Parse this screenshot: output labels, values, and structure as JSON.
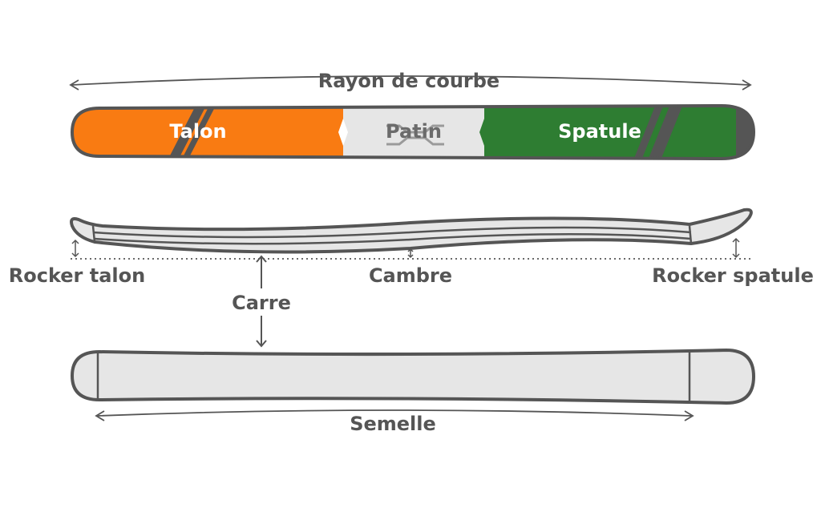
{
  "labels": {
    "rayon": "Rayon de courbe",
    "talon": "Talon",
    "patin": "Patin",
    "spatule": "Spatule",
    "rocker_talon": "Rocker talon",
    "cambre": "Cambre",
    "rocker_spatule": "Rocker spatule",
    "carre": "Carre",
    "semelle": "Semelle"
  },
  "colors": {
    "outline": "#555555",
    "talon": "#f97b12",
    "patin": "#e6e6e6",
    "spatule": "#2e7d32",
    "base": "#e6e6e6"
  }
}
